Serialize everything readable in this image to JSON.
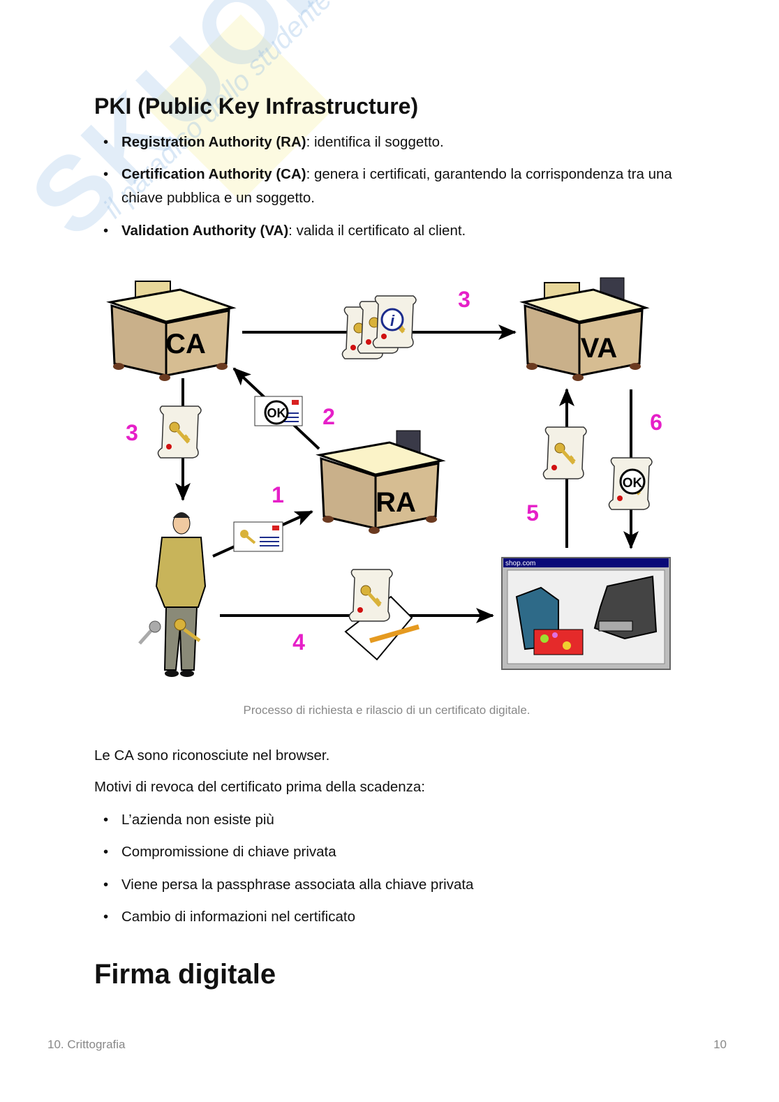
{
  "watermark": {
    "brand": "Skuola.net",
    "tagline": "il paradiso dello studente"
  },
  "title": "PKI (Public Key Infrastructure)",
  "roles": [
    {
      "term": "Registration Authority (RA)",
      "desc": ": identifica il soggetto."
    },
    {
      "term": "Certification Authority (CA)",
      "desc": ": genera i certificati, garantendo la corrispondenza tra una chiave pubblica e un soggetto."
    },
    {
      "term": "Validation Authority (VA)",
      "desc": ": valida il certificato al client."
    }
  ],
  "diagram": {
    "ca_label": "CA",
    "va_label": "VA",
    "ra_label": "RA",
    "shop_title": "shop.com",
    "ok_label": "OK",
    "info_label": "i",
    "steps": [
      "1",
      "2",
      "3",
      "3",
      "4",
      "5",
      "6"
    ],
    "step_color": "#e61fc8"
  },
  "caption": "Processo di richiesta e rilascio di un certificato digitale.",
  "para1": "Le CA sono riconosciute nel browser.",
  "para2": "Motivi di revoca del certificato prima della scadenza:",
  "reasons": [
    "L’azienda non esiste più",
    "Compromissione di chiave privata",
    "Viene persa la passphrase associata alla chiave privata",
    "Cambio di informazioni nel certificato"
  ],
  "section_title": "Firma digitale",
  "footer": {
    "chapter": "10. Crittografia",
    "page": "10"
  }
}
